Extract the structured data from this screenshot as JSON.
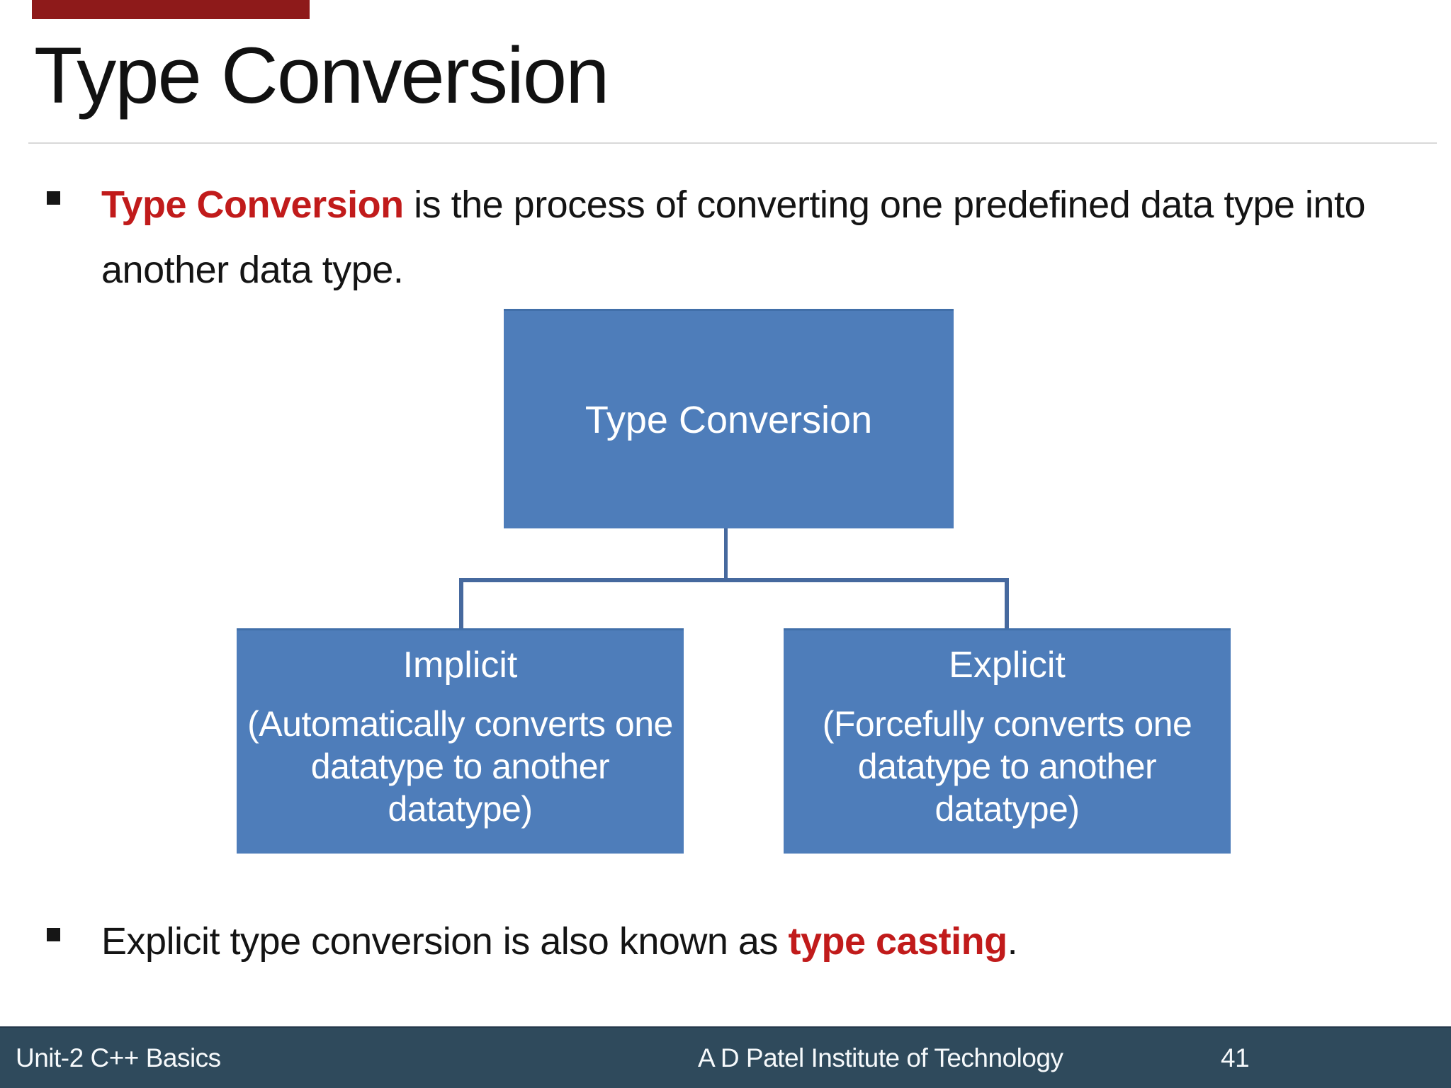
{
  "slide": {
    "title": "Type Conversion",
    "bullets": [
      {
        "highlight": "Type Conversion",
        "rest": " is the process of converting one predefined data type into another data type."
      },
      {
        "prefix": "Explicit type conversion is also known as ",
        "highlight": "type casting",
        "suffix": "."
      }
    ],
    "diagram": {
      "root_label": "Type Conversion",
      "children": [
        {
          "title": "Implicit",
          "description": "(Automatically converts one datatype to another datatype)"
        },
        {
          "title": "Explicit",
          "description": "(Forcefully converts one datatype to another datatype)"
        }
      ]
    },
    "footer": {
      "left": "Unit-2 C++ Basics",
      "center": "A D Patel Institute of Technology",
      "page_number": "41"
    },
    "colors": {
      "accent_red": "#C11B1B",
      "top_accent_red": "#8E1A1A",
      "diagram_box_blue": "#4E7DBA",
      "connector_blue": "#46699E",
      "footer_bar": "#2F4A5C"
    }
  }
}
